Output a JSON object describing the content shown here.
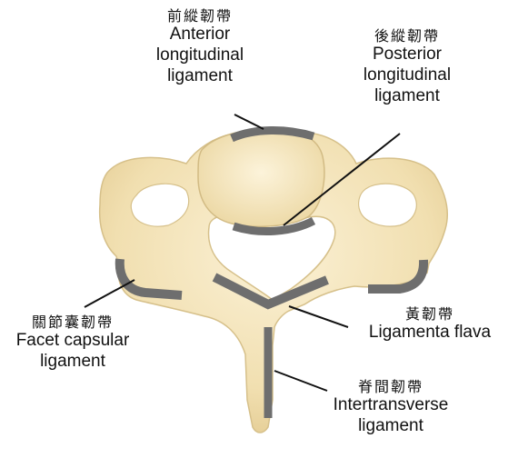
{
  "labels": {
    "anterior": {
      "cjk": "前縱韌帶",
      "lines": [
        "Anterior",
        "longitudinal",
        "ligament"
      ]
    },
    "posterior": {
      "cjk": "後縱韌帶",
      "lines": [
        "Posterior",
        "longitudinal",
        "ligament"
      ]
    },
    "facet": {
      "cjk": "關節囊韌帶",
      "lines": [
        "Facet capsular",
        "ligament"
      ]
    },
    "flava": {
      "cjk": "黃韌帶",
      "lines": [
        "Ligamenta flava"
      ]
    },
    "intertransverse": {
      "cjk": "脊間韌帶",
      "lines": [
        "Intertransverse",
        "ligament"
      ]
    }
  },
  "colors": {
    "bone": "#f3e3b8",
    "bone_edge": "#d9c38f",
    "bone_highlight": "#fbf3dc",
    "ligament": "#6e6e6e",
    "leader": "#111111"
  }
}
